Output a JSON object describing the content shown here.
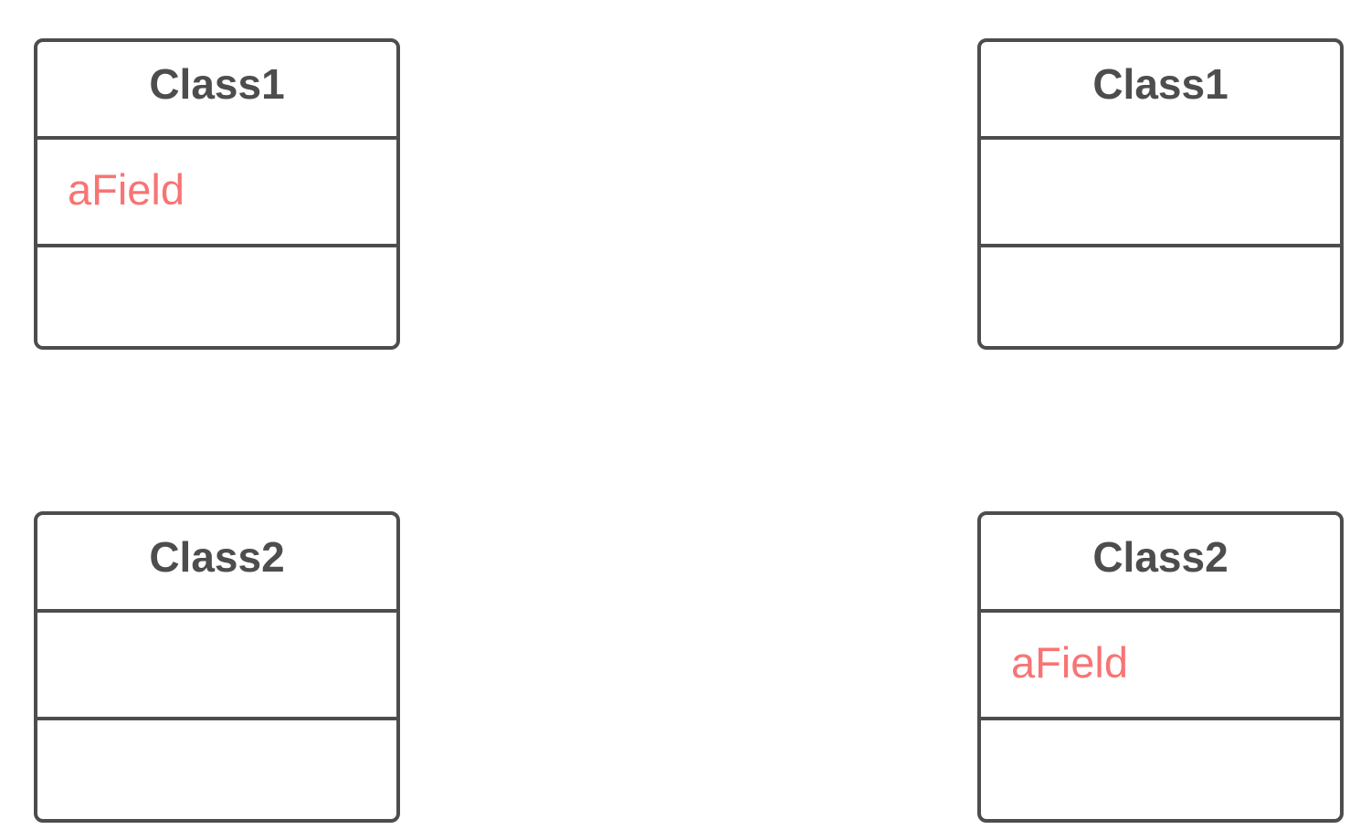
{
  "colors": {
    "border": "#4d4d4d",
    "class_name": "#4d4d4d",
    "field_highlight": "#f87474",
    "background": "#ffffff"
  },
  "classes": [
    {
      "name": "Class1",
      "fields": [
        "aField"
      ],
      "methods": []
    },
    {
      "name": "Class1",
      "fields": [],
      "methods": []
    },
    {
      "name": "Class2",
      "fields": [],
      "methods": []
    },
    {
      "name": "Class2",
      "fields": [
        "aField"
      ],
      "methods": []
    }
  ]
}
